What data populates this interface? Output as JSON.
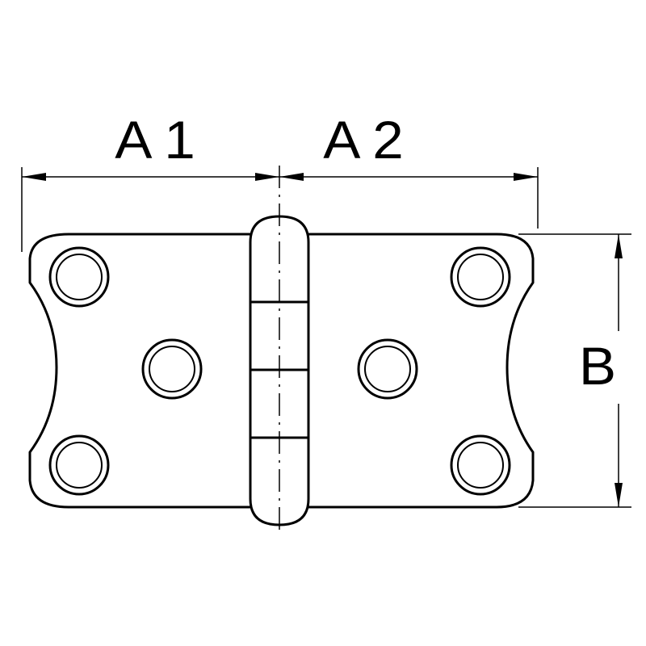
{
  "dimensions": {
    "a1": "A1",
    "a2": "A2",
    "b": "B"
  },
  "colors": {
    "stroke": "#000000",
    "background": "#ffffff"
  }
}
